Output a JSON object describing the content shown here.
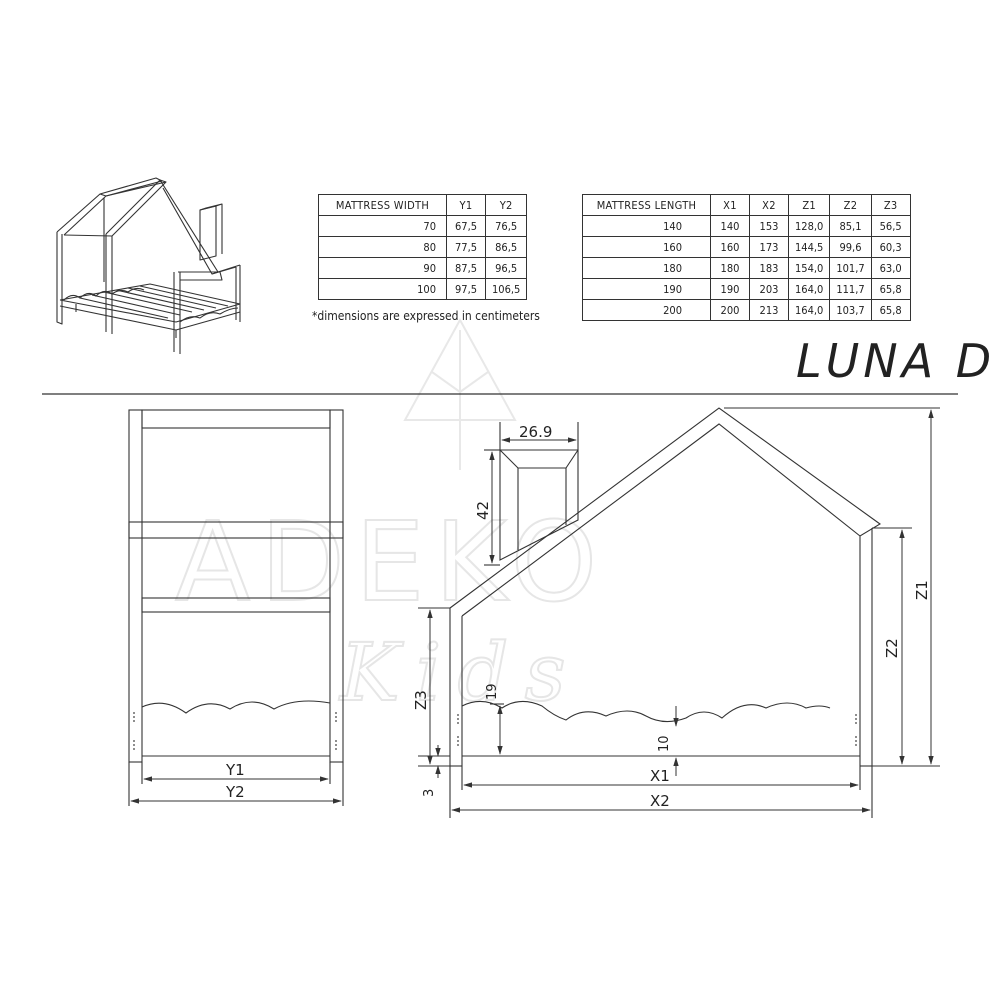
{
  "product_name": "LUNA D",
  "note": "*dimensions are expressed in centimeters",
  "width_table": {
    "headers": [
      "MATTRESS WIDTH",
      "Y1",
      "Y2"
    ],
    "rows": [
      [
        "70",
        "67,5",
        "76,5"
      ],
      [
        "80",
        "77,5",
        "86,5"
      ],
      [
        "90",
        "87,5",
        "96,5"
      ],
      [
        "100",
        "97,5",
        "106,5"
      ]
    ]
  },
  "length_table": {
    "headers": [
      "MATTRESS LENGTH",
      "X1",
      "X2",
      "Z1",
      "Z2",
      "Z3"
    ],
    "rows": [
      [
        "140",
        "140",
        "153",
        "128,0",
        "85,1",
        "56,5"
      ],
      [
        "160",
        "160",
        "173",
        "144,5",
        "99,6",
        "60,3"
      ],
      [
        "180",
        "180",
        "183",
        "154,0",
        "101,7",
        "63,0"
      ],
      [
        "190",
        "190",
        "203",
        "164,0",
        "111,7",
        "65,8"
      ],
      [
        "200",
        "200",
        "213",
        "164,0",
        "103,7",
        "65,8"
      ]
    ]
  },
  "dimension_labels": {
    "y1": "Y1",
    "y2": "Y2",
    "x1": "X1",
    "x2": "X2",
    "z1": "Z1",
    "z2": "Z2",
    "z3": "Z3",
    "chimney_width": "26.9",
    "chimney_height": "42",
    "rail_height": "19",
    "rail_gap": "10",
    "leg": "3"
  },
  "watermark": {
    "brand": "ADEKO",
    "sub": "Kids"
  },
  "colors": {
    "line": "#333333",
    "watermark": "#e9e9e9"
  }
}
